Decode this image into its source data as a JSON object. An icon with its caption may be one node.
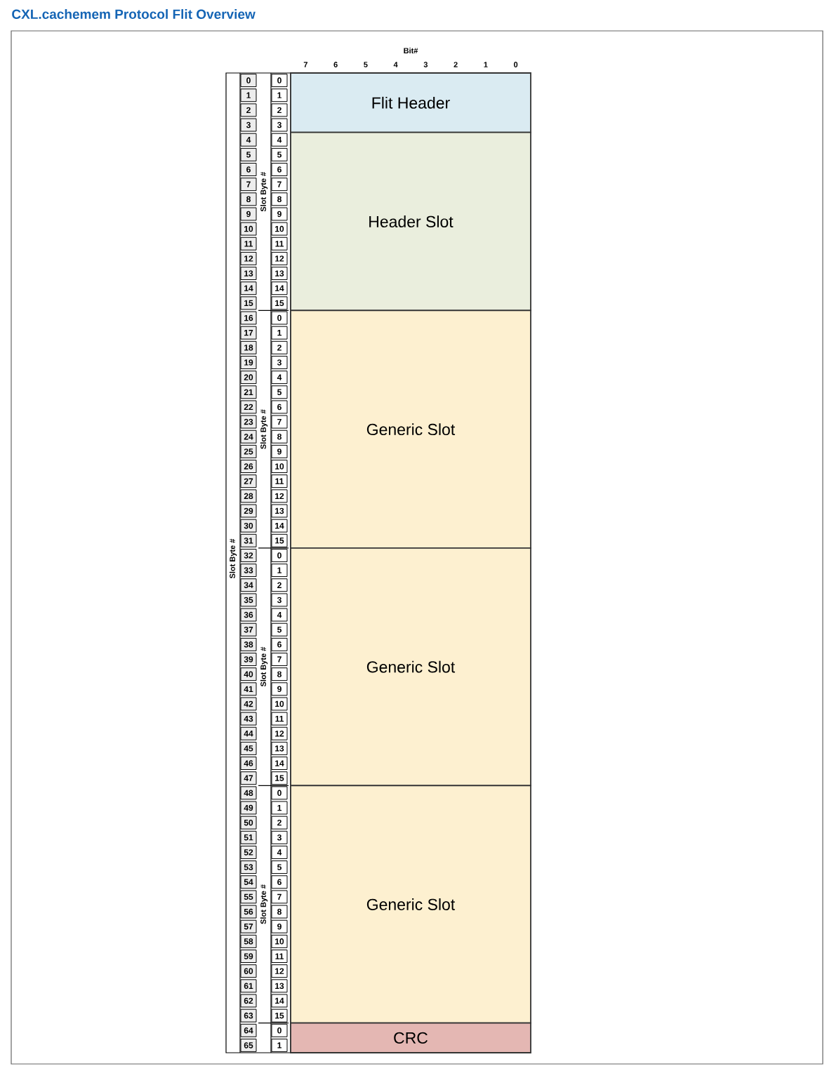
{
  "diagram": {
    "title": "CXL.cachemem Protocol Flit Overview",
    "nodes": [
      {
        "text": [
          "Flit Header"
        ]
      },
      {
        "text": [
          "Header Slot"
        ]
      },
      {
        "text": [
          "Generic Slot"
        ]
      },
      {
        "text": [
          "Generic Slot"
        ]
      },
      {
        "text": [
          "Generic Slot"
        ]
      },
      {
        "text": [
          "CRC"
        ]
      }
    ],
    "labels": [
      "Bit#",
      "7",
      "6",
      "5",
      "4",
      "3",
      "2",
      "1",
      "0",
      "Slot Byte #",
      "0",
      "1",
      "2",
      "3",
      "4",
      "5",
      "6",
      "7",
      "8",
      "9",
      "10",
      "11",
      "12",
      "13",
      "14",
      "15",
      "16",
      "17",
      "18",
      "19",
      "20",
      "21",
      "22",
      "23",
      "24",
      "25",
      "26",
      "27",
      "28",
      "29",
      "30",
      "31",
      "32",
      "33",
      "34",
      "35",
      "36",
      "37",
      "38",
      "39",
      "40",
      "41",
      "42",
      "43",
      "44",
      "45",
      "46",
      "47",
      "48",
      "49",
      "50",
      "51",
      "52",
      "53",
      "54",
      "55",
      "56",
      "57",
      "58",
      "59",
      "60",
      "61",
      "62",
      "63",
      "64",
      "65",
      "Slot Byte #",
      "Slot Byte #",
      "Slot Byte #",
      "Slot Byte #",
      "0",
      "1",
      "2",
      "3",
      "4",
      "5",
      "6",
      "7",
      "8",
      "9",
      "10",
      "11",
      "12",
      "13",
      "14",
      "15",
      "0",
      "1",
      "2",
      "3",
      "4",
      "5",
      "6",
      "7",
      "8",
      "9",
      "10",
      "11",
      "12",
      "13",
      "14",
      "15",
      "0",
      "1",
      "2",
      "3",
      "4",
      "5",
      "6",
      "7",
      "8",
      "9",
      "10",
      "11",
      "12",
      "13",
      "14",
      "15",
      "0",
      "1",
      "2",
      "3",
      "4",
      "5",
      "6",
      "7",
      "8",
      "9",
      "10",
      "11",
      "12",
      "13",
      "14",
      "15",
      "0",
      "1"
    ]
  }
}
